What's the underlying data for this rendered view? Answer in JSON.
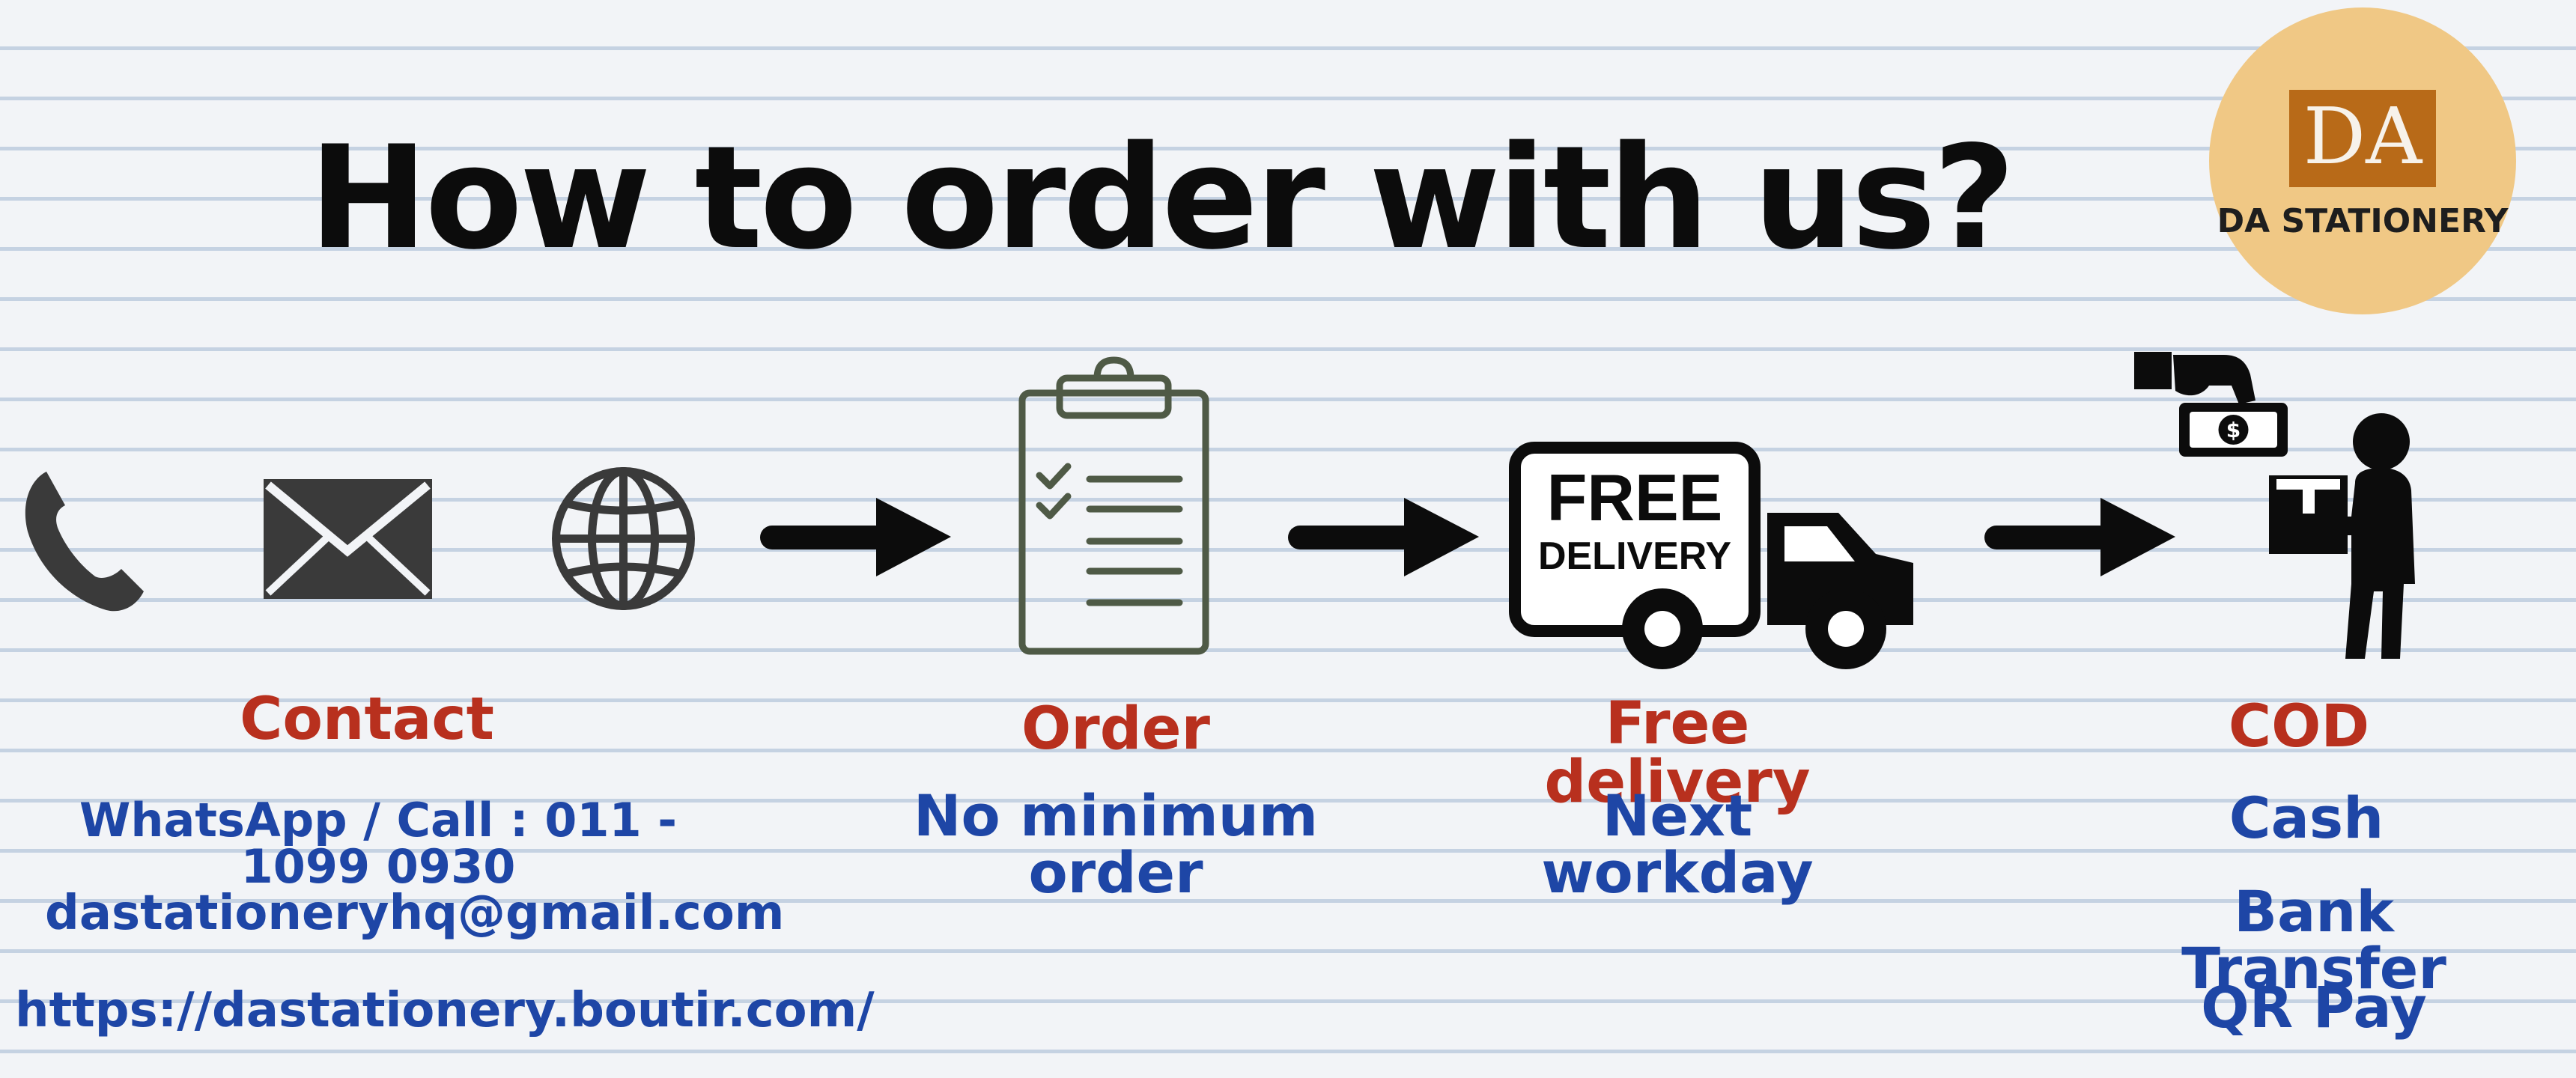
{
  "title": "How to order with us?",
  "logo": {
    "monogram": "DA",
    "name": "DA STATIONERY"
  },
  "steps": {
    "contact": {
      "heading": "Contact",
      "lines": [
        "WhatsApp / Call : 011 - 1099 0930",
        "dastationeryhq@gmail.com",
        "https://dastationery.boutir.com/"
      ],
      "icons": [
        "phone-icon",
        "envelope-icon",
        "globe-icon"
      ]
    },
    "order": {
      "heading": "Order",
      "lines": [
        "No minimum order"
      ],
      "icon": "clipboard-checklist-icon"
    },
    "delivery": {
      "heading": "Free delivery",
      "lines": [
        "Next workday"
      ],
      "icon": "delivery-truck-icon",
      "badge_line1": "FREE",
      "badge_line2": "DELIVERY"
    },
    "payment": {
      "heading": "COD",
      "lines": [
        "Cash",
        "Bank Transfer",
        "QR Pay"
      ],
      "icon": "cash-on-delivery-icon",
      "currency_symbol": "$"
    }
  },
  "colors": {
    "heading_red": "#b8301e",
    "detail_blue": "#1e46a6",
    "logo_circle": "#f0c885",
    "logo_square": "#b86a18",
    "clipboard_green": "#4f5a46"
  }
}
